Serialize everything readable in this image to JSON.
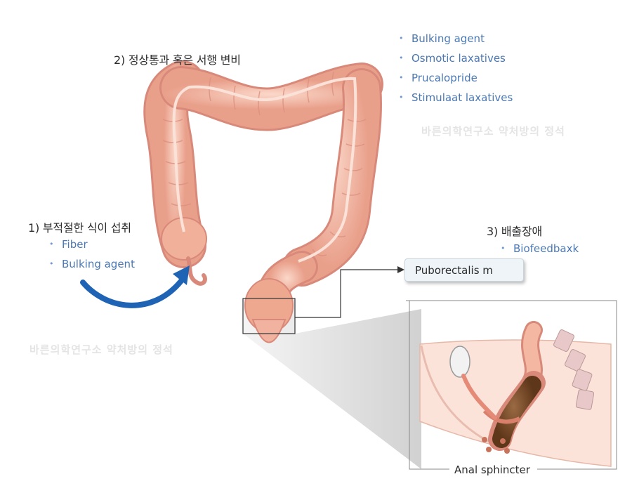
{
  "labels": {
    "heading_1": "1) 부적절한 식이 섭취",
    "heading_2": "2) 정상통과 혹은 서행 변비",
    "heading_3": "3) 배출장애",
    "callout": "Puborectalis m",
    "caption": "Anal sphincter",
    "watermark": "바른의학연구소 약처방의 정석"
  },
  "treatments_1": [
    "Fiber",
    "Bulking agent"
  ],
  "treatments_2": [
    "Bulking agent",
    "Osmotic laxatives",
    "Prucalopride",
    "Stimulaat laxatives"
  ],
  "treatments_3": [
    "Biofeedbaxk"
  ],
  "colors": {
    "colon_fill": "#f2b6a0",
    "colon_stroke": "#d9897a",
    "arrow": "#1f63b5",
    "list_text": "#4a78b4",
    "stool": "#7a4a2a"
  }
}
